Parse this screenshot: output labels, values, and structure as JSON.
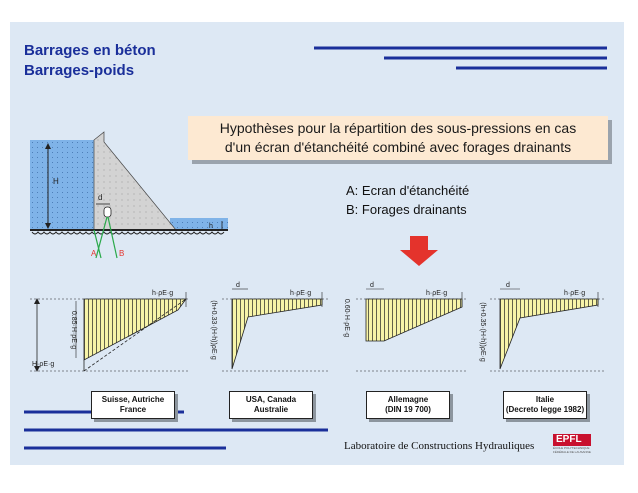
{
  "title": {
    "line1": "Barrages en béton",
    "line2": "Barrages-poids"
  },
  "hypothesis": {
    "line1": "Hypothèses pour la répartition des sous-pressions en cas",
    "line2": "d'un écran d'étanchéité combiné avec forages drainants"
  },
  "legend": {
    "a": "A: Ecran d'étanchéité",
    "b": "B: Forages drainants"
  },
  "dam_labels": {
    "H": "H",
    "d": "d",
    "h": "h",
    "A": "A",
    "B": "B"
  },
  "diagrams": {
    "top_label": "h·ρE·g",
    "left_label": "H·ρE·g",
    "d_label": "d",
    "swiss_value": "0.85·H·ρE·g",
    "usa_value": "(h+0.33·(H-h))ρE·g",
    "germany_value": "0.60·H·ρE·g",
    "italy_value": "(h+0.35·(H-h))ρE·g"
  },
  "countries": [
    {
      "line1": "Suisse, Autriche",
      "line2": "France"
    },
    {
      "line1": "USA, Canada",
      "line2": "Australie"
    },
    {
      "line1": "Allemagne",
      "line2": "(DIN 19 700)"
    },
    {
      "line1": "Italie",
      "line2": "(Decreto legge 1982)"
    }
  ],
  "footer": "Laboratoire de Constructions Hydrauliques",
  "logo": {
    "text": "EPFL",
    "sub1": "ÉCOLE POLYTECHNIQUE",
    "sub2": "FÉDÉRALE DE LAUSANNE"
  },
  "colors": {
    "title": "#1a2f9a",
    "water": "#7fb3e8",
    "hatch_fill": "#f7f4a8",
    "hypothesis_bg": "#fde9d2",
    "arrow": "#e4332c",
    "deco_lines": "#1a2f9a"
  }
}
